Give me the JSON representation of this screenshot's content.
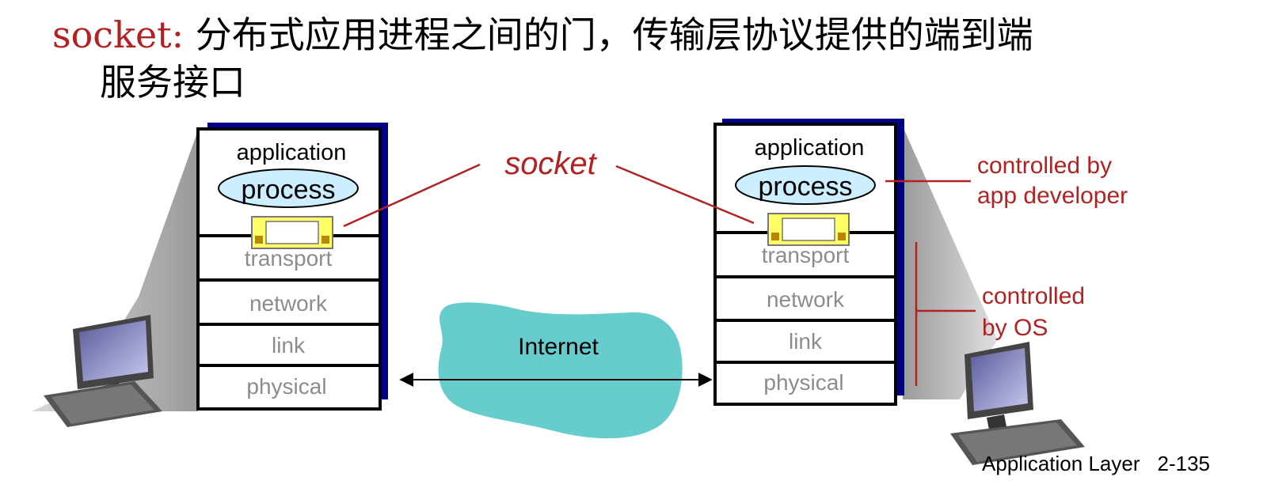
{
  "title": {
    "keyword": "socket:",
    "line1": " 分布式应用进程之间的门，传输层协议提供的端到端",
    "line2": "服务接口"
  },
  "hosts": {
    "left": {
      "layers": {
        "application": "application",
        "process": "process",
        "transport": "transport",
        "network": "network",
        "link": "link",
        "physical": "physical"
      }
    },
    "right": {
      "layers": {
        "application": "application",
        "process": "process",
        "transport": "transport",
        "network": "network",
        "link": "link",
        "physical": "physical"
      }
    }
  },
  "cloud": {
    "label": "Internet"
  },
  "annotations": {
    "socket": "socket",
    "app_dev_line1": "controlled by",
    "app_dev_line2": "app developer",
    "os_line1": "controlled",
    "os_line2": "by OS"
  },
  "footer": {
    "text": "Application Layer",
    "page": "2-135"
  },
  "colors": {
    "accent_red": "#b22222",
    "stack_shadow": "#00008b",
    "process_fill": "#cceeff",
    "socket_fill": "#ffff66",
    "socket_notch": "#b8860b",
    "cloud_fill": "#66cccc",
    "layer_text_gray": "#8c8c8c"
  }
}
